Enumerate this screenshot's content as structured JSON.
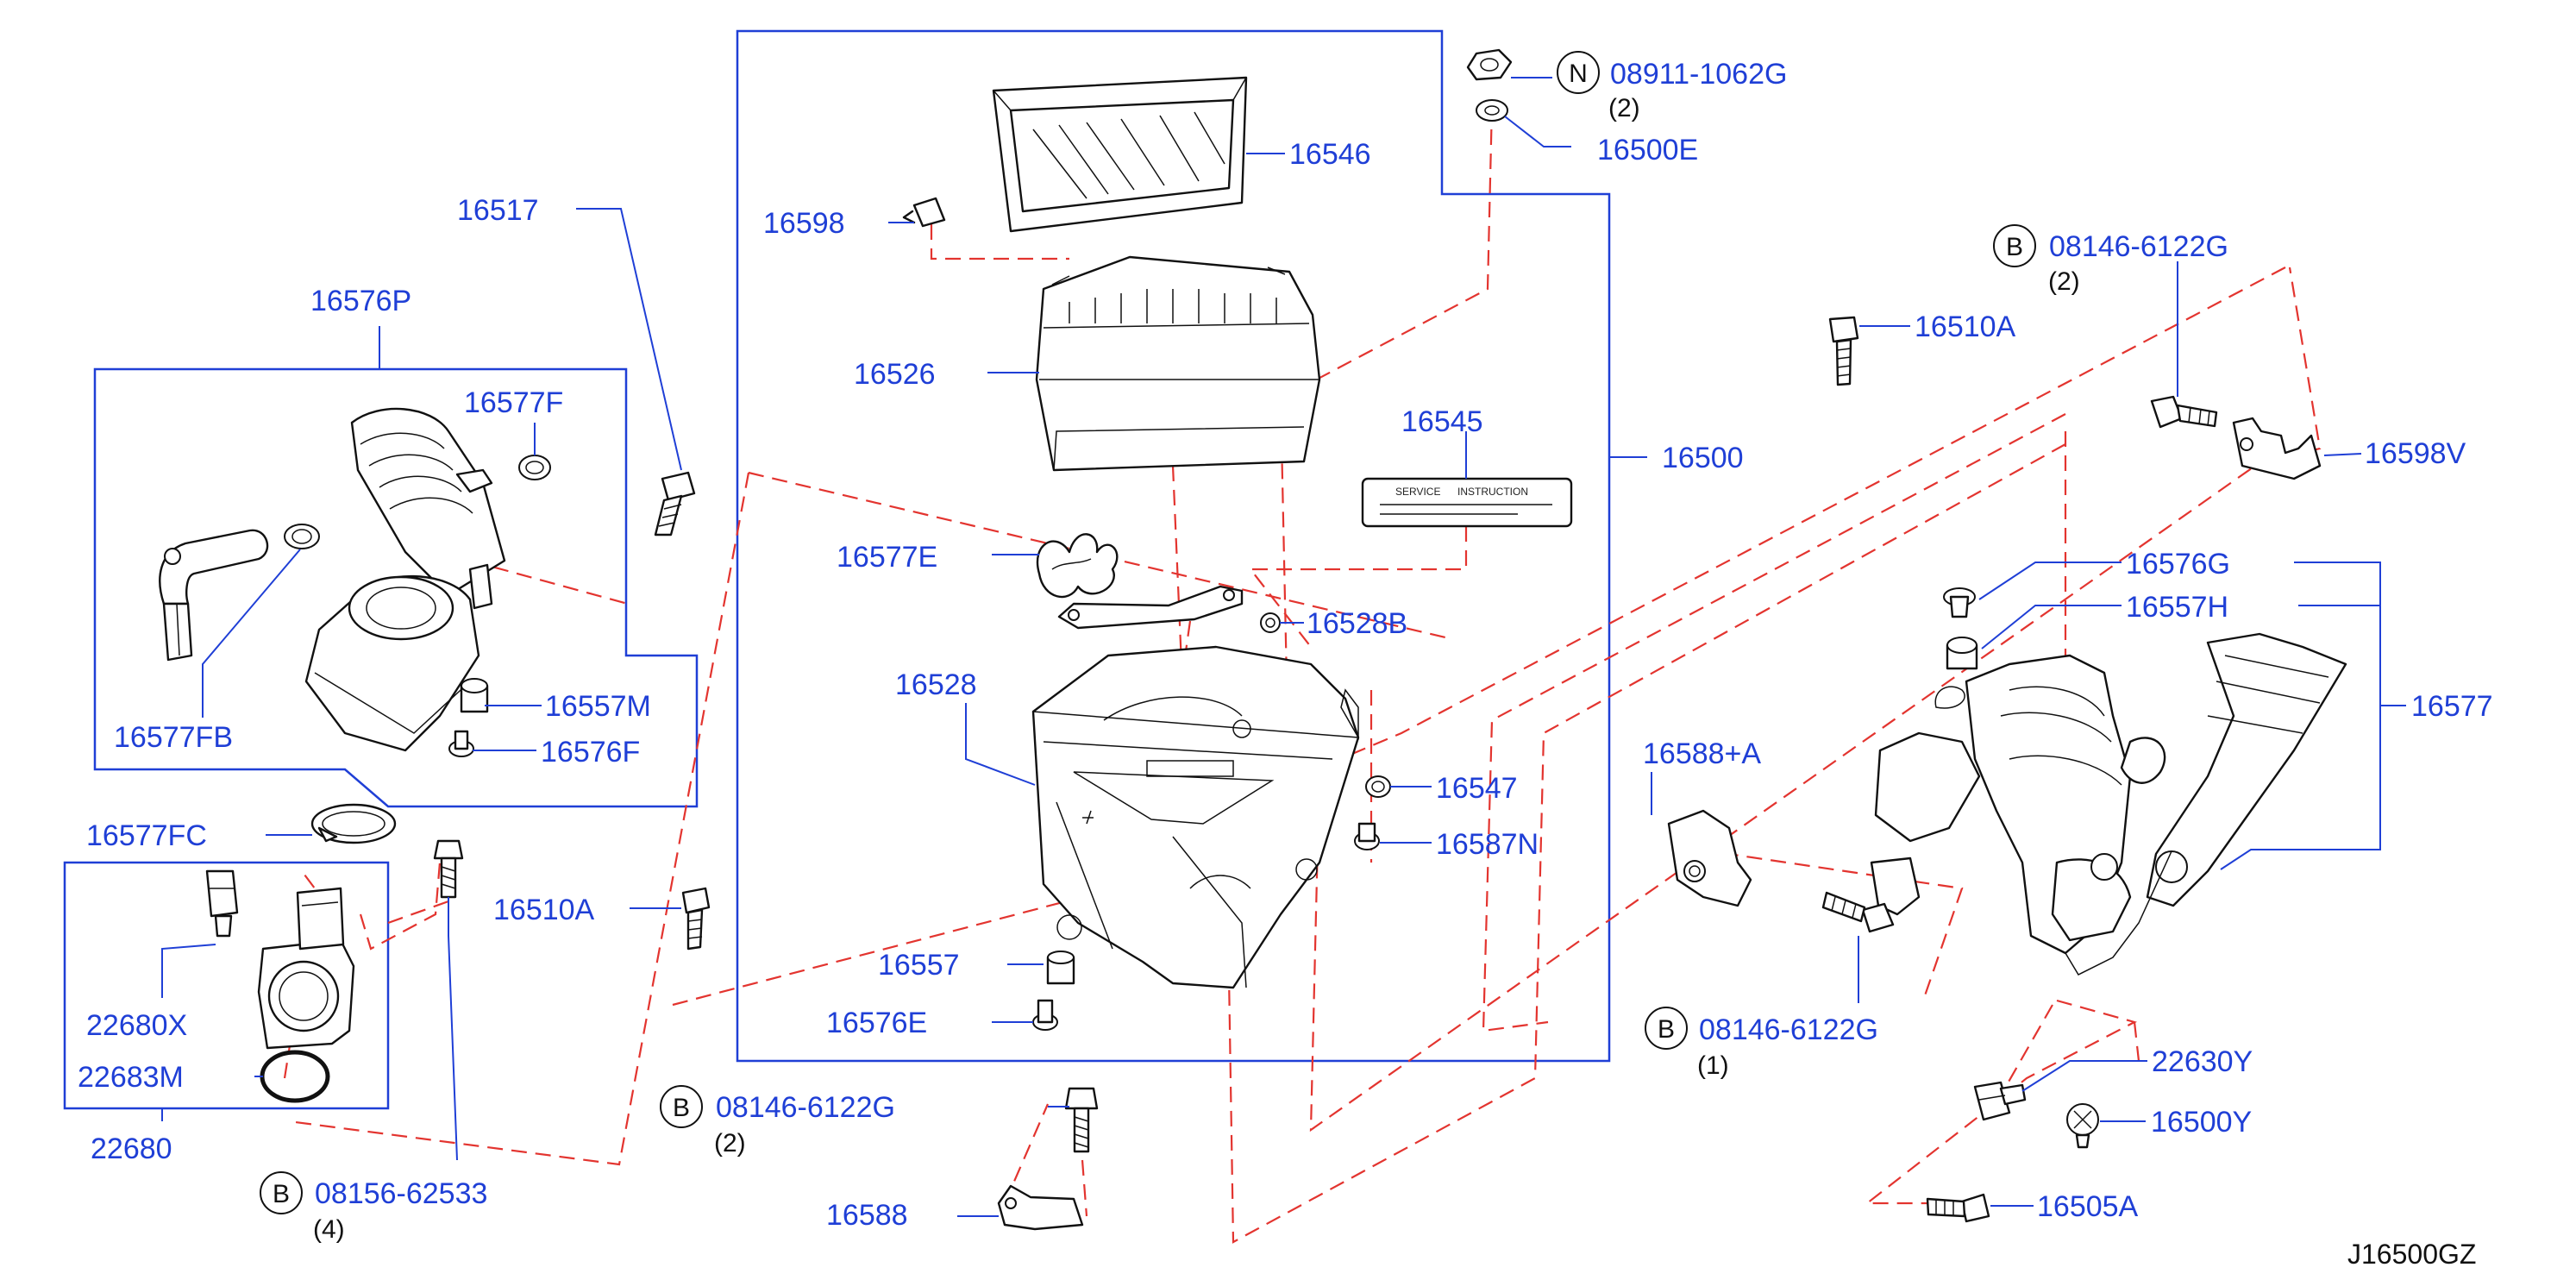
{
  "diagram_id": "J16500GZ",
  "parts": {
    "p16546": "16546",
    "p16598": "16598",
    "p16526": "16526",
    "p16545": "16545",
    "p16500": "16500",
    "p16577E": "16577E",
    "p16528B": "16528B",
    "p16528": "16528",
    "p16547": "16547",
    "p16587N": "16587N",
    "p16557": "16557",
    "p16576E": "16576E",
    "p16588": "16588",
    "p16517": "16517",
    "p16576P": "16576P",
    "p16577F": "16577F",
    "p16577FB": "16577FB",
    "p16557M": "16557M",
    "p16576F": "16576F",
    "p16577FC": "16577FC",
    "p16510A_left": "16510A",
    "p16510A_right": "16510A",
    "p22680X": "22680X",
    "p22683M": "22683M",
    "p22680": "22680",
    "p16500E": "16500E",
    "p16598V": "16598V",
    "p16576G": "16576G",
    "p16557H": "16557H",
    "p16577": "16577",
    "p16588A": "16588+A",
    "p22630Y": "22630Y",
    "p16500Y": "16500Y",
    "p16505A": "16505A"
  },
  "fasteners": {
    "nut_top": {
      "letter": "N",
      "part": "08911-1062G",
      "qty": "(2)"
    },
    "bolt_top_right": {
      "letter": "B",
      "part": "08146-6122G",
      "qty": "(2)"
    },
    "bolt_mid_right": {
      "letter": "B",
      "part": "08146-6122G",
      "qty": "(1)"
    },
    "bolt_center": {
      "letter": "B",
      "part": "08146-6122G",
      "qty": "(2)"
    },
    "bolt_left": {
      "letter": "B",
      "part": "08156-62533",
      "qty": "(4)"
    }
  },
  "label_16545": {
    "line1": "SERVICE",
    "line2": "INSTRUCTION"
  },
  "colors": {
    "callout": "#1f3fd6",
    "dashed_leader": "#e3342f",
    "line_art": "#111111"
  }
}
